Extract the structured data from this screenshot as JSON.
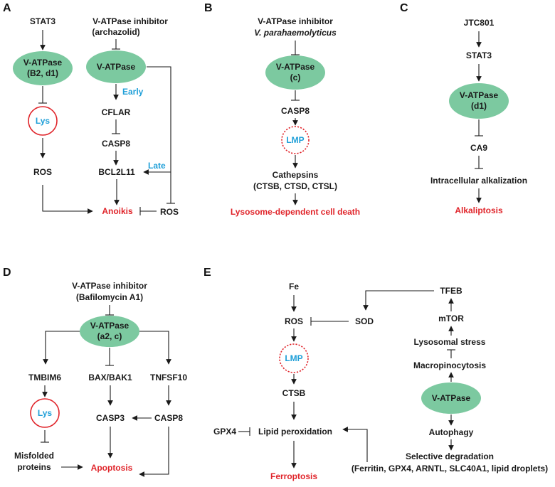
{
  "panels": {
    "a": {
      "label": "A",
      "stat3": "STAT3",
      "vatpase_b2d1_line1": "V-ATPase",
      "vatpase_b2d1_line2": "(B2, d1)",
      "lys": "Lys",
      "ros_left": "ROS",
      "inhibitor_line1": "V-ATPase inhibitor",
      "inhibitor_line2": "(archazolid)",
      "vatpase": "V-ATPase",
      "early": "Early",
      "cflar": "CFLAR",
      "casp8": "CASP8",
      "late": "Late",
      "bcl2l11": "BCL2L11",
      "anoikis": "Anoikis",
      "ros_right": "ROS"
    },
    "b": {
      "label": "B",
      "inhibitor_line1": "V-ATPase inhibitor",
      "inhibitor_line2": "V. parahaemolyticus",
      "vatpase_line1": "V-ATPase",
      "vatpase_line2": "(c)",
      "casp8": "CASP8",
      "lmp": "LMP",
      "cathepsins_line1": "Cathepsins",
      "cathepsins_line2": "(CTSB, CTSD, CTSL)",
      "outcome": "Lysosome-dependent cell death"
    },
    "c": {
      "label": "C",
      "jtc801": "JTC801",
      "stat3": "STAT3",
      "vatpase_line1": "V-ATPase",
      "vatpase_line2": "(d1)",
      "ca9": "CA9",
      "alkalization": "Intracellular alkalization",
      "outcome": "Alkaliptosis"
    },
    "d": {
      "label": "D",
      "inhibitor_line1": "V-ATPase inhibitor",
      "inhibitor_line2": "(Bafilomycin A1)",
      "vatpase_line1": "V-ATPase",
      "vatpase_line2": "(a2, c)",
      "tmbim6": "TMBIM6",
      "bax": "BAX/BAK1",
      "tnfsf10": "TNFSF10",
      "lys": "Lys",
      "casp3": "CASP3",
      "casp8": "CASP8",
      "misfolded_line1": "Misfolded",
      "misfolded_line2": "proteins",
      "outcome": "Apoptosis"
    },
    "e": {
      "label": "E",
      "fe": "Fe",
      "ros": "ROS",
      "sod": "SOD",
      "tfeb": "TFEB",
      "mtor": "mTOR",
      "lysosomal_stress": "Lysosomal stress",
      "macropinocytosis": "Macropinocytosis",
      "lmp": "LMP",
      "vatpase": "V-ATPase",
      "ctsb": "CTSB",
      "gpx4": "GPX4",
      "lipid_peroxidation": "Lipid peroxidation",
      "autophagy": "Autophagy",
      "selective_line1": "Selective degradation",
      "selective_line2": "(Ferritin, GPX4, ARNTL, SLC40A1, lipid droplets)",
      "outcome": "Ferroptosis"
    }
  },
  "colors": {
    "node_fill": "#7cc9a0",
    "outcome_red": "#e0242a",
    "highlight_blue": "#1f9fd8",
    "line": "#1a1a1a"
  }
}
